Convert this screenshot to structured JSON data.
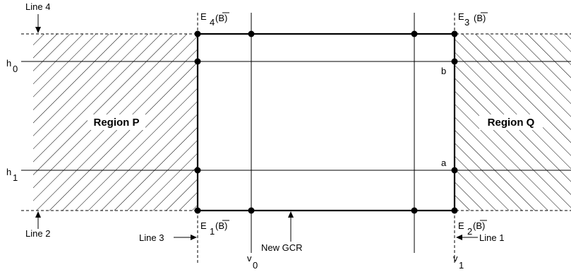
{
  "labels": {
    "line4": "Line 4",
    "line2": "Line 2",
    "line3": "Line 3",
    "line1": "Line 1",
    "h0_main": "h",
    "h0_sub": "0",
    "h1_main": "h",
    "h1_sub": "1",
    "v0_main": "v",
    "v0_sub": "0",
    "v1_main": "v",
    "v1_sub": "1",
    "region_p": "Region P",
    "region_q": "Region Q",
    "b": "b",
    "a": "a",
    "new_gcr": "New GCR",
    "e4_main": "E",
    "e4_sub": "4",
    "e3_main": "E",
    "e3_sub": "3",
    "e1_main": "E",
    "e1_sub": "1",
    "e2_main": "E",
    "e2_sub": "2",
    "bbar": "(B)"
  }
}
